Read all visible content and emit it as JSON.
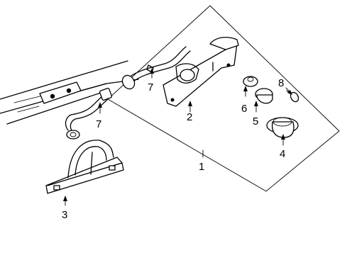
{
  "callouts": [
    {
      "id": "c1",
      "text": "1"
    },
    {
      "id": "c2",
      "text": "2"
    },
    {
      "id": "c3",
      "text": "3"
    },
    {
      "id": "c4",
      "text": "4"
    },
    {
      "id": "c5",
      "text": "5"
    },
    {
      "id": "c6",
      "text": "6"
    },
    {
      "id": "c7a",
      "text": "7"
    },
    {
      "id": "c7b",
      "text": "7"
    },
    {
      "id": "c8",
      "text": "8"
    }
  ]
}
